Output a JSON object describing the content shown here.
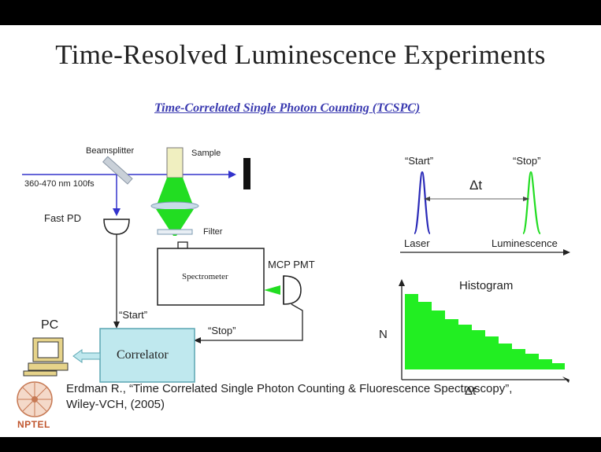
{
  "slide": {
    "title": "Time-Resolved Luminescence Experiments",
    "subtitle": "Time-Correlated Single Photon Counting (TCSPC)",
    "citation_line1": "Erdman R., “Time Correlated Single Photon Counting & Fluorescence Spectroscopy”,",
    "citation_line2": "Wiley-VCH, (2005)",
    "logo_text": "NPTEL"
  },
  "setup": {
    "beamsplitter": "Beamsplitter",
    "laser_spec": "360-470 nm 100fs",
    "sample": "Sample",
    "fast_pd": "Fast PD",
    "filter": "Filter",
    "spectrometer": "Spectrometer",
    "mcp_pmt": "MCP PMT",
    "start": "“Start”",
    "stop": "“Stop”",
    "pc": "PC",
    "correlator": "Correlator"
  },
  "timing": {
    "start": "“Start”",
    "stop": "“Stop”",
    "delta_t": "Δt",
    "laser": "Laser",
    "luminescence": "Luminescence"
  },
  "histogram": {
    "title": "Histogram",
    "ylabel": "N",
    "xlabel": "Δt"
  },
  "colors": {
    "beam": "#3333cc",
    "green": "#22dd22",
    "correlator_fill": "#bfe8ee",
    "pulse_blue": "#2a2ab8"
  }
}
